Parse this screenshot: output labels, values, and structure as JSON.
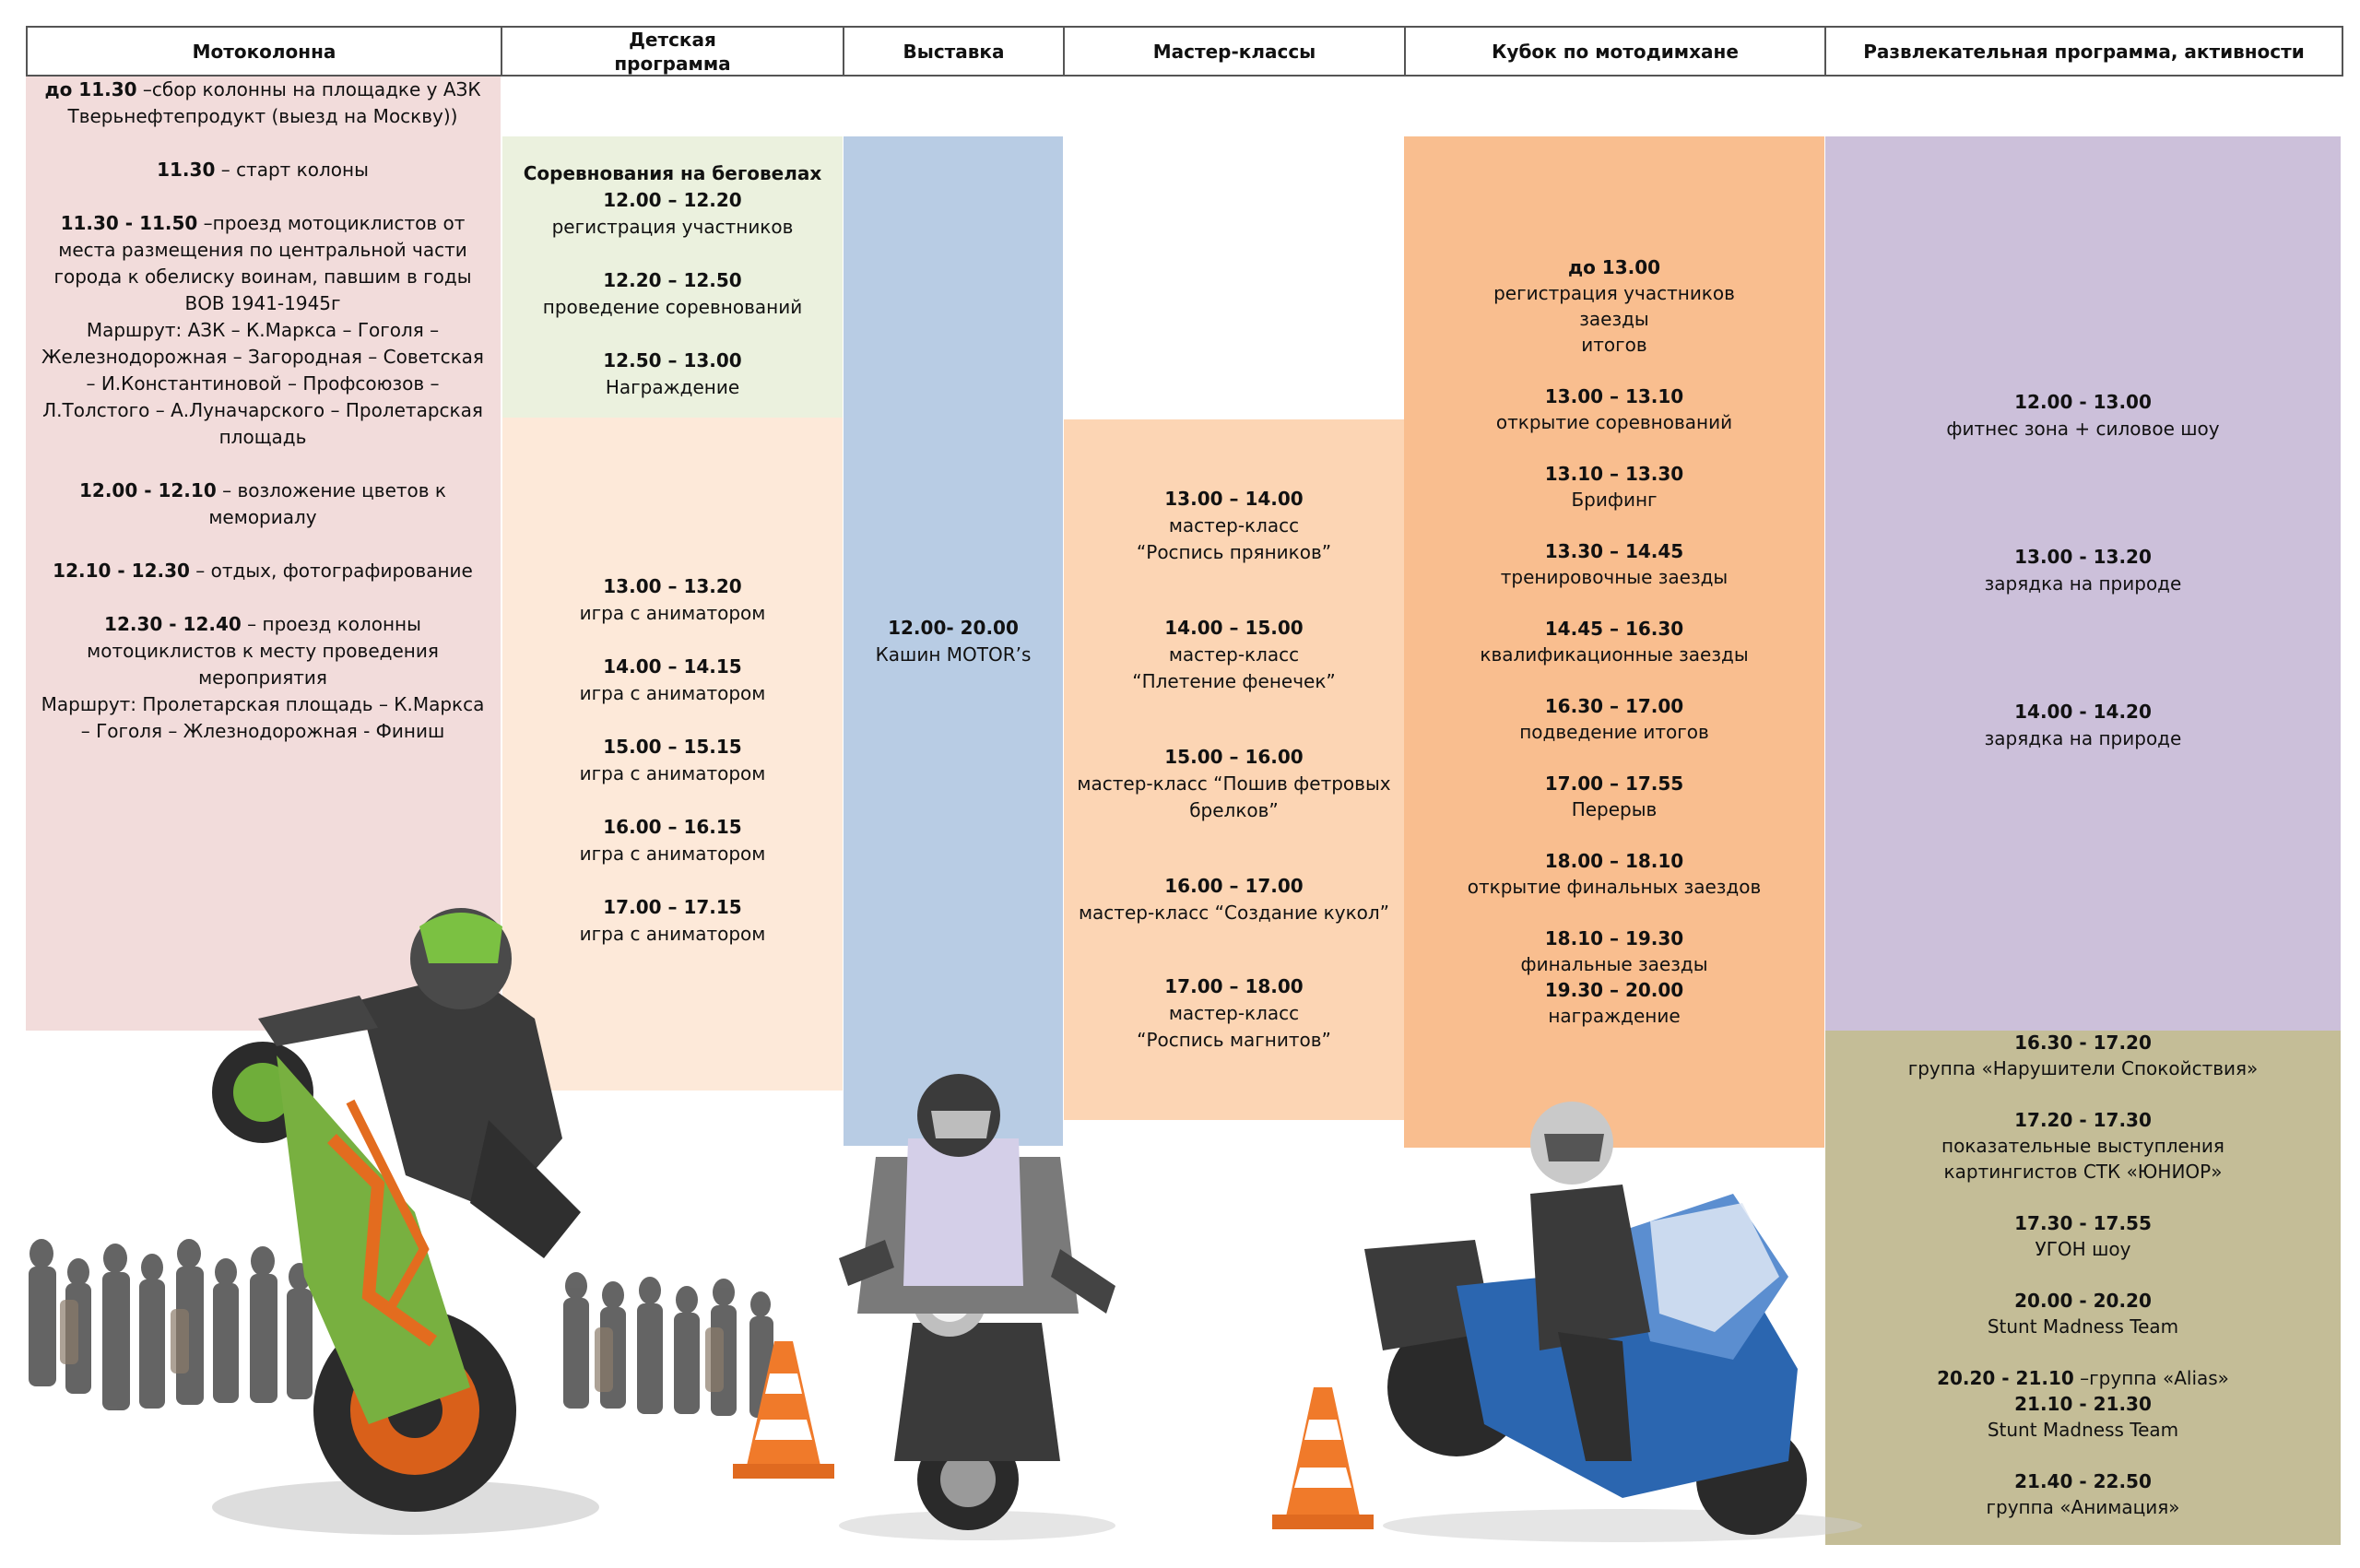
{
  "headers": {
    "motorcade": "Мотоколонна",
    "kids": "Детская\nпрограмма",
    "exhibition": "Выставка",
    "masterclasses": "Мастер-классы",
    "cup": "Кубок по мотодимхане",
    "entertainment": "Развлекательная программа, активности"
  },
  "motorcade": {
    "l1_time": "до 11.30",
    "l1_text": " –сбор колонны на площадке у АЗК Тверьнефтепродукт (выезд на Москву))",
    "l2_time": "11.30",
    "l2_text": " – старт колоны",
    "l3_time": "11.30 - 11.50",
    "l3_text": " –проезд мотоциклистов от места размещения по центральной части города к обелиску воинам, павшим в годы ВОВ 1941-1945г",
    "l3_route": "Маршрут: АЗК – К.Маркса – Гоголя – Железнодорожная – Загородная – Советская – И.Константиновой – Профсоюзов – Л.Толстого – А.Луначарского – Пролетарская площадь",
    "l4_time": "12.00 - 12.10",
    "l4_text": " – возложение цветов к мемориалу",
    "l5_time": "12.10 - 12.30",
    "l5_text": " – отдых, фотографирование",
    "l6_time": "12.30 - 12.40",
    "l6_text": " – проезд колонны мотоциклистов к месту проведения мероприятия",
    "l6_route": "Маршрут: Пролетарская площадь – К.Маркса – Гоголя – Жлезнодорожная - Финиш"
  },
  "kids": {
    "title": "Соревнования на беговелах",
    "t1": "12.00 – 12.20",
    "d1": "регистрация участников",
    "t2": "12.20 – 12.50",
    "d2": "проведение соревнований",
    "t3": "12.50 – 13.00",
    "d3": "Награждение",
    "games": [
      {
        "time": "13.00 – 13.20",
        "desc": "игра с аниматором"
      },
      {
        "time": "14.00 – 14.15",
        "desc": "игра с аниматором"
      },
      {
        "time": "15.00 – 15.15",
        "desc": "игра с аниматором"
      },
      {
        "time": "16.00 – 16.15",
        "desc": "игра с аниматором"
      },
      {
        "time": "17.00 – 17.15",
        "desc": "игра с аниматором"
      }
    ]
  },
  "exhibition": {
    "time": "12.00- 20.00",
    "desc": "Кашин MOTOR’s"
  },
  "masterclasses": [
    {
      "time": "13.00 – 14.00",
      "desc": "мастер-класс “Роспись пряников”"
    },
    {
      "time": "14.00 – 15.00",
      "desc": "мастер-класс “Плетение фенечек”"
    },
    {
      "time": "15.00 – 16.00",
      "desc": "мастер-класс “Пошив фетровых брелков”"
    },
    {
      "time": "16.00 – 17.00",
      "desc": "мастер-класс “Создание кукол”"
    },
    {
      "time": "17.00 – 18.00",
      "desc": "мастер-класс “Роспись магнитов”"
    }
  ],
  "cup": {
    "t0": "до 13.00",
    "d0a": "регистрация участников",
    "d0b": "заезды",
    "d0c": "итогов",
    "t1": "13.00 – 13.10",
    "d1": "открытие соревнований",
    "t2": "13.10 – 13.30",
    "d2": "Брифинг",
    "t3": "13.30 – 14.45",
    "d3": "тренировочные заезды",
    "t4": "14.45 – 16.30",
    "d4": "квалификационные заезды",
    "t5": "16.30 – 17.00",
    "d5": "подведение итогов",
    "t6": "17.00 – 17.55",
    "d6": "Перерыв",
    "t7": "18.00 – 18.10",
    "d7": "открытие финальных заездов",
    "t8": "18.10 – 19.30",
    "d8": "финальные заезды",
    "t9": "19.30 – 20.00",
    "d9": "награждение"
  },
  "entertainment": {
    "purple": [
      {
        "time": "12.00 - 13.00",
        "desc": "фитнес зона + силовое шоу"
      },
      {
        "time": "13.00 - 13.20",
        "desc": "зарядка на природе"
      },
      {
        "time": "14.00 - 14.20",
        "desc": "зарядка на природе"
      }
    ],
    "olive": {
      "t1": "16.30 - 17.20",
      "d1": "группа «Нарушители Спокойствия»",
      "t2": "17.20 - 17.30",
      "d2a": "показательные выступления",
      "d2b": "картингистов СТК «ЮНИОР»",
      "t3": "17.30 - 17.55",
      "d3": "УГОН шоу",
      "t4": "20.00 - 20.20",
      "d4": "Stunt Madness Team",
      "t5": "20.20 - 21.10",
      "d5": " –группа «Alias»",
      "t6": "21.10 - 21.30",
      "d6": "Stunt Madness Team",
      "t7": "21.40 - 22.50",
      "d7": "группа «Анимация»"
    }
  },
  "colors": {
    "pink": "#f2dcdb",
    "green": "#ebf1de",
    "peach": "#fde9d9",
    "blue": "#b8cce4",
    "orange_light": "#fcd5b4",
    "orange": "#f9be8f",
    "purple": "#ccc0da",
    "olive": "#c4bd97"
  },
  "icons": [
    "stunt-motorcycle-icon",
    "crowd-icon",
    "traffic-cone-icon",
    "rider-motorcycle-icon",
    "touring-motorcycle-icon"
  ]
}
